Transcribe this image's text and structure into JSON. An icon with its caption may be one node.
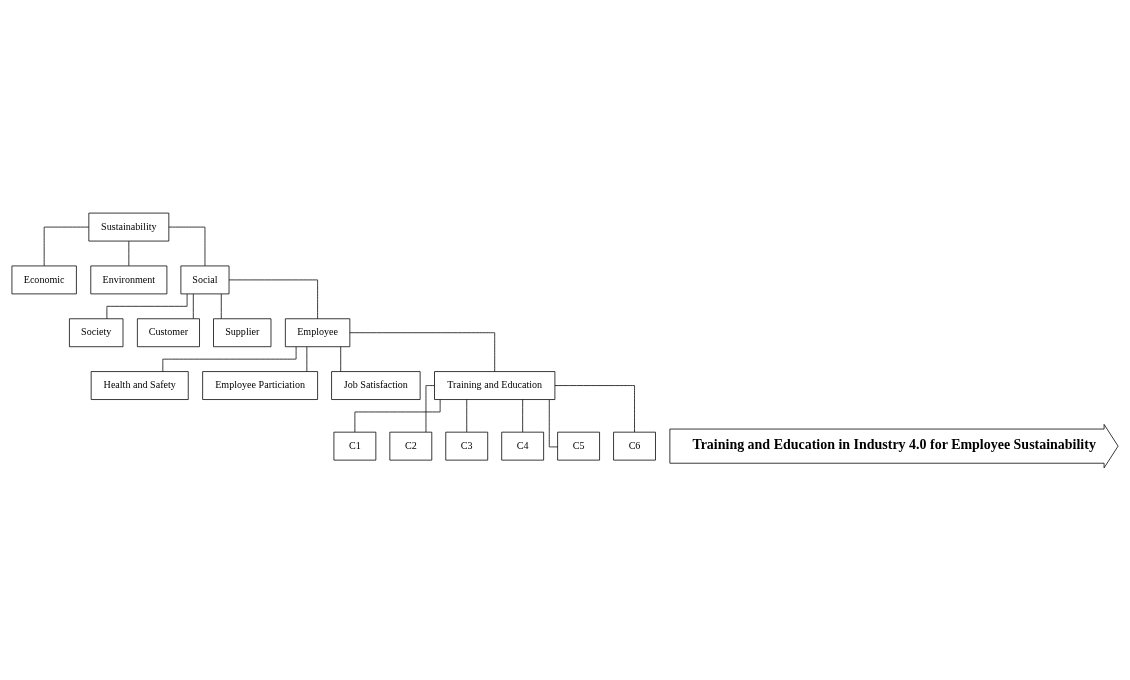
{
  "diagram": {
    "nodes": [
      {
        "text": [
          "Sustainability"
        ]
      },
      {
        "text": [
          "Economic"
        ]
      },
      {
        "text": [
          "Environment"
        ]
      },
      {
        "text": [
          "Social"
        ]
      },
      {
        "text": [
          "Society"
        ]
      },
      {
        "text": [
          "Customer"
        ]
      },
      {
        "text": [
          "Supplier"
        ]
      },
      {
        "text": [
          "Employee"
        ]
      },
      {
        "text": [
          "Health and Safety"
        ]
      },
      {
        "text": [
          "Employee Particiation"
        ]
      },
      {
        "text": [
          "Job Satisfaction"
        ]
      },
      {
        "text": [
          "Training and Education"
        ]
      },
      {
        "text": [
          "C1"
        ]
      },
      {
        "text": [
          "C2"
        ]
      },
      {
        "text": [
          "C3"
        ]
      },
      {
        "text": [
          "C4"
        ]
      },
      {
        "text": [
          "C5"
        ]
      },
      {
        "text": [
          "C6"
        ]
      },
      {
        "text": [
          "Training and Education in Industry 4.0 for Employee Sustainability"
        ]
      }
    ],
    "edges": [
      {
        "from": 0,
        "to": 1,
        "arrow": "none"
      },
      {
        "from": 0,
        "to": 2,
        "arrow": "none"
      },
      {
        "from": 0,
        "to": 3,
        "arrow": "none"
      },
      {
        "from": 3,
        "to": 4,
        "arrow": "none"
      },
      {
        "from": 3,
        "to": 5,
        "arrow": "none"
      },
      {
        "from": 3,
        "to": 6,
        "arrow": "none"
      },
      {
        "from": 3,
        "to": 7,
        "arrow": "none"
      },
      {
        "from": 7,
        "to": 8,
        "arrow": "none"
      },
      {
        "from": 7,
        "to": 9,
        "arrow": "none"
      },
      {
        "from": 7,
        "to": 10,
        "arrow": "none"
      },
      {
        "from": 7,
        "to": 11,
        "arrow": "none"
      },
      {
        "from": 11,
        "to": 12,
        "arrow": "none"
      },
      {
        "from": 11,
        "to": 13,
        "arrow": "none"
      },
      {
        "from": 11,
        "to": 14,
        "arrow": "none"
      },
      {
        "from": 11,
        "to": 15,
        "arrow": "none"
      },
      {
        "from": 11,
        "to": 16,
        "arrow": "none"
      },
      {
        "from": 11,
        "to": 17,
        "arrow": "none"
      }
    ]
  }
}
